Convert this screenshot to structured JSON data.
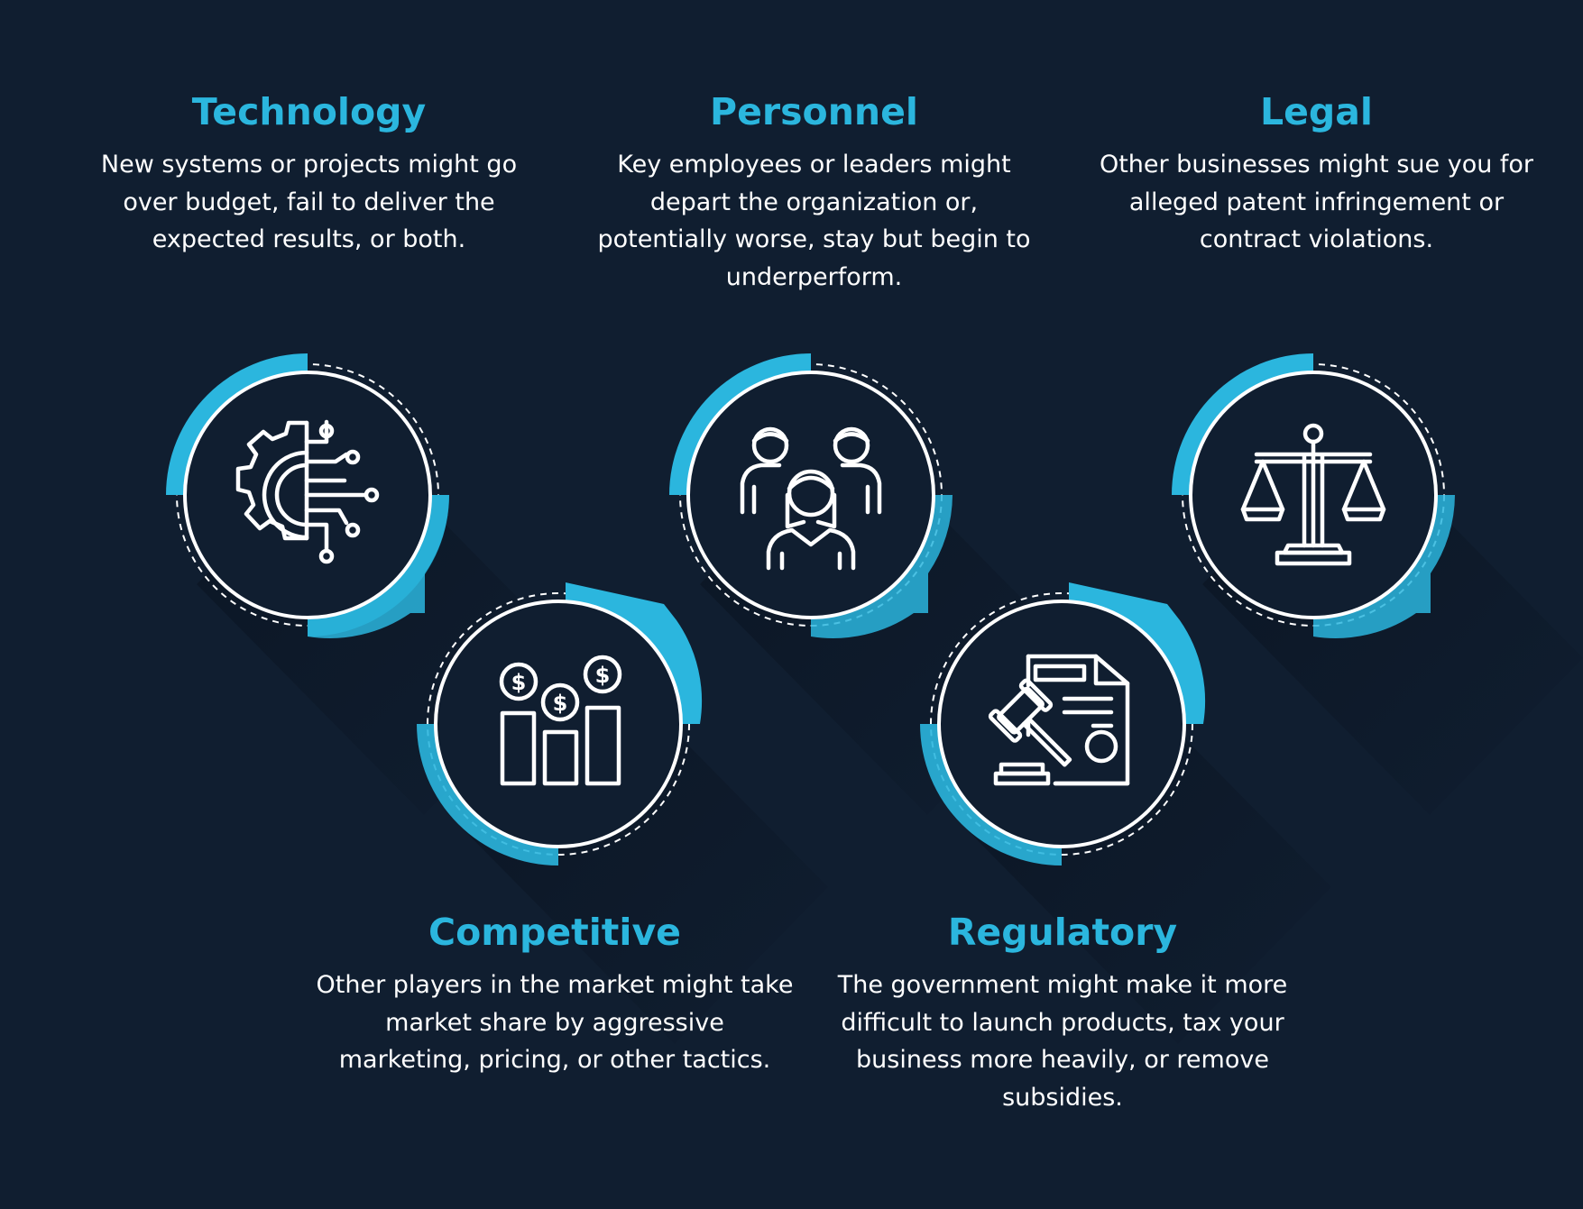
{
  "colors": {
    "background": "#101e30",
    "accent": "#2bb6de",
    "accent_dark": "#1a8db0",
    "text": "#ffffff"
  },
  "categories": [
    {
      "id": "technology",
      "title": "Technology",
      "description": "New systems or projects might go over budget, fail to deliver the expected results, or both.",
      "icon": "gear-circuit-icon"
    },
    {
      "id": "personnel",
      "title": "Personnel",
      "description": "Key employees or leaders might depart the organization or, potentially worse, stay but begin to underperform.",
      "icon": "people-group-icon"
    },
    {
      "id": "legal",
      "title": "Legal",
      "description": "Other businesses might sue you for alleged patent infringement or contract violations.",
      "icon": "scales-of-justice-icon"
    },
    {
      "id": "competitive",
      "title": "Competitive",
      "description": "Other players in the market might take market share by aggressive marketing, pricing, or other tactics.",
      "icon": "bar-chart-coins-icon"
    },
    {
      "id": "regulatory",
      "title": "Regulatory",
      "description": "The government might make it more difficult to launch products, tax your business more heavily, or remove subsidies.",
      "icon": "gavel-document-icon"
    }
  ]
}
